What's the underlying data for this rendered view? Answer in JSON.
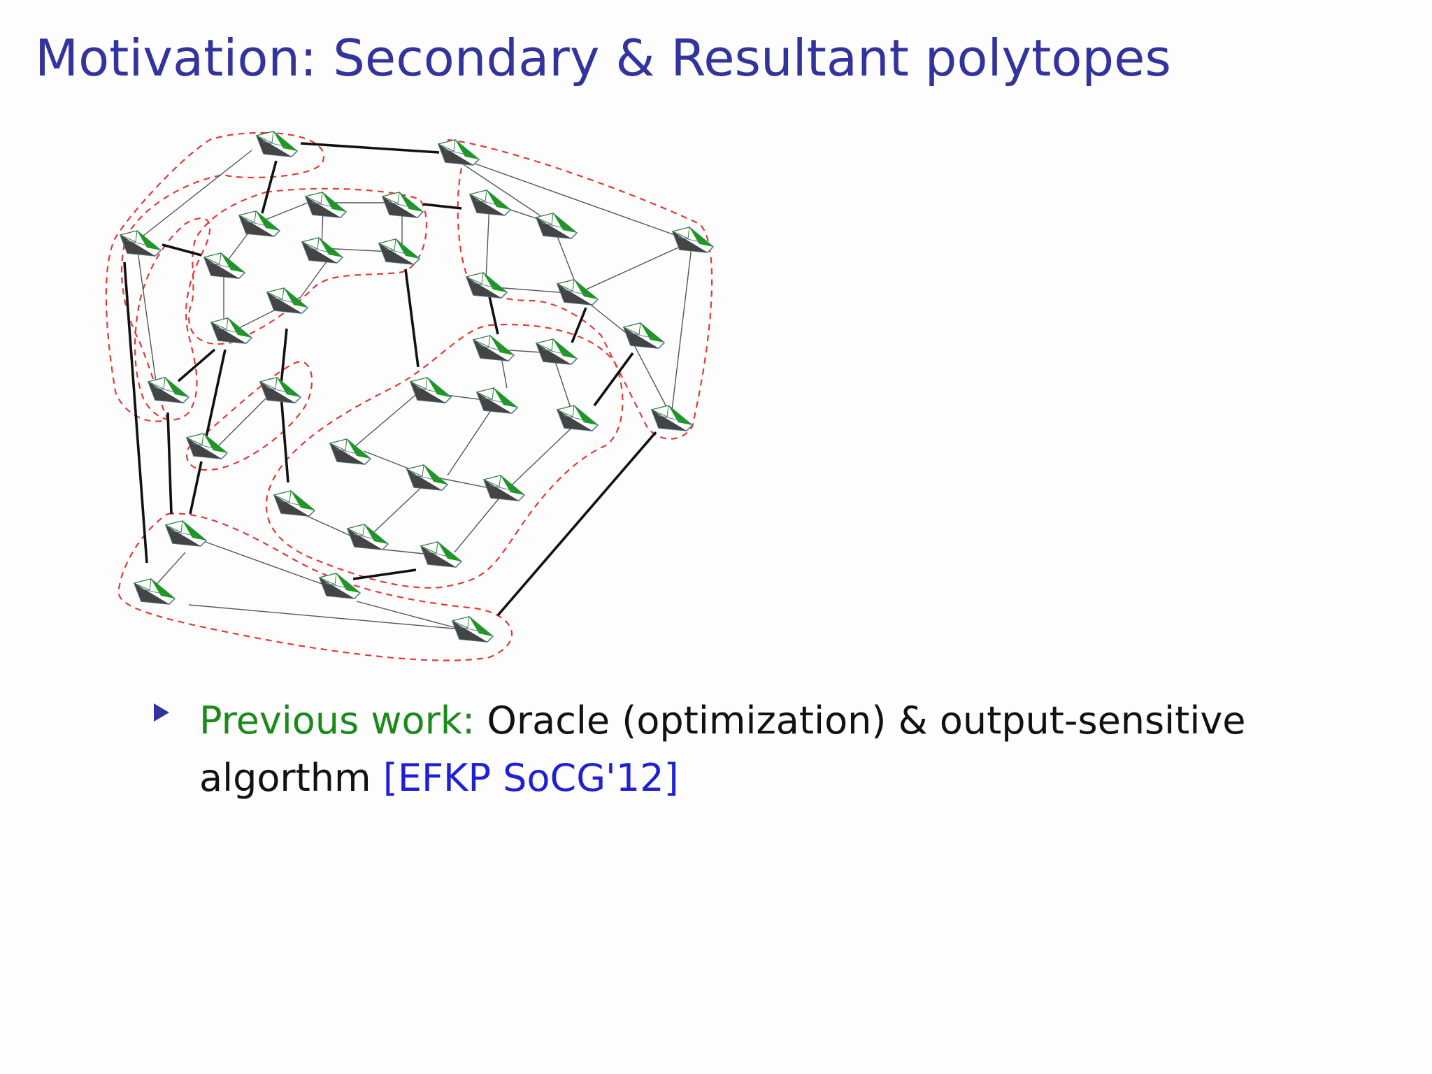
{
  "slide": {
    "title": "Motivation: Secondary & Resultant polytopes"
  },
  "bullet": {
    "marker_icon": "triangle-bullet-icon",
    "label": "Previous work:",
    "text_1": "Oracle (optimization) & output-sensitive",
    "text_2": "algorthm",
    "citation": "[EFKP SoCG'12]"
  },
  "colors": {
    "title": "#33339e",
    "label_green": "#1a8a1a",
    "citation_blue": "#1f1fd6",
    "dashed_region": "#e53935",
    "thumb_fill_green": "#1a9a1a",
    "thumb_fill_dark": "#444444"
  }
}
